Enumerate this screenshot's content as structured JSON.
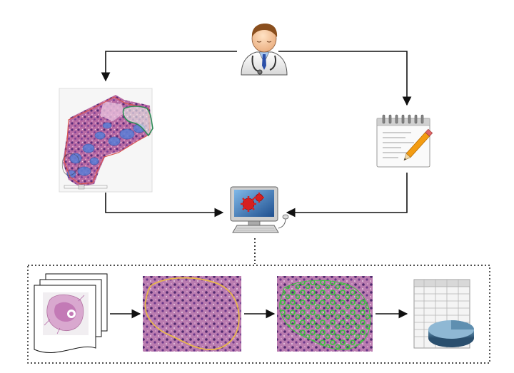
{
  "diagram": {
    "nodes": [
      {
        "id": "doctor",
        "icon": "doctor-icon"
      },
      {
        "id": "annotated-slide",
        "icon": "annotated-slide-image"
      },
      {
        "id": "notepad",
        "icon": "notepad-pencil-icon"
      },
      {
        "id": "computer",
        "icon": "computer-gears-icon"
      },
      {
        "id": "slide-stack",
        "icon": "slide-stack-icon"
      },
      {
        "id": "tissue-roi",
        "icon": "tissue-roi-image"
      },
      {
        "id": "tissue-segmented",
        "icon": "tissue-segmented-image"
      },
      {
        "id": "report",
        "icon": "spreadsheet-chart-icon"
      }
    ],
    "edges": [
      {
        "from": "doctor",
        "to": "annotated-slide"
      },
      {
        "from": "doctor",
        "to": "notepad"
      },
      {
        "from": "annotated-slide",
        "to": "computer"
      },
      {
        "from": "notepad",
        "to": "computer"
      },
      {
        "from": "computer",
        "to": "pipeline",
        "style": "dotted"
      },
      {
        "from": "slide-stack",
        "to": "tissue-roi"
      },
      {
        "from": "tissue-roi",
        "to": "tissue-segmented"
      },
      {
        "from": "tissue-segmented",
        "to": "report"
      }
    ],
    "colors": {
      "arrow": "#111111",
      "roi_outline": "#e8b84a",
      "segmentation": "#3fbf3f",
      "annotation_red": "#d9534f",
      "annotation_green": "#2e8b57",
      "tissue_pink": "#c77bb0",
      "tissue_purple": "#6b3f8f",
      "monitor_blue": "#2a6db0",
      "pencil_orange": "#f39c12"
    }
  }
}
